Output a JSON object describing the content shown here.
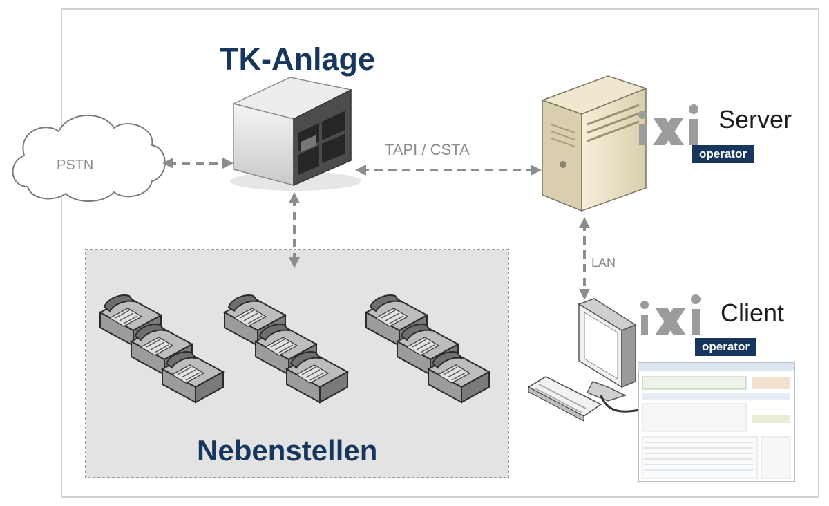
{
  "diagram": {
    "title": "TK-Anlage",
    "group_label": "Nebenstellen",
    "cloud_label": "PSTN",
    "edge_tapi_label": "TAPI / CSTA",
    "edge_lan_label": "LAN",
    "server": {
      "name": "Server",
      "badge": "operator"
    },
    "client": {
      "name": "Client",
      "badge": "operator"
    },
    "colors": {
      "title": "#17365d",
      "badge_bg": "#17365d",
      "arrow": "#8c8c8c",
      "group_bg": "#e3e3e3",
      "logo_gray": "#9c9c9c"
    },
    "icons": [
      "cloud-icon",
      "pbx-icon",
      "server-tower-icon",
      "monitor-icon",
      "keyboard-icon",
      "phone-icon",
      "ixi-logo-icon",
      "app-screenshot-icon"
    ]
  }
}
